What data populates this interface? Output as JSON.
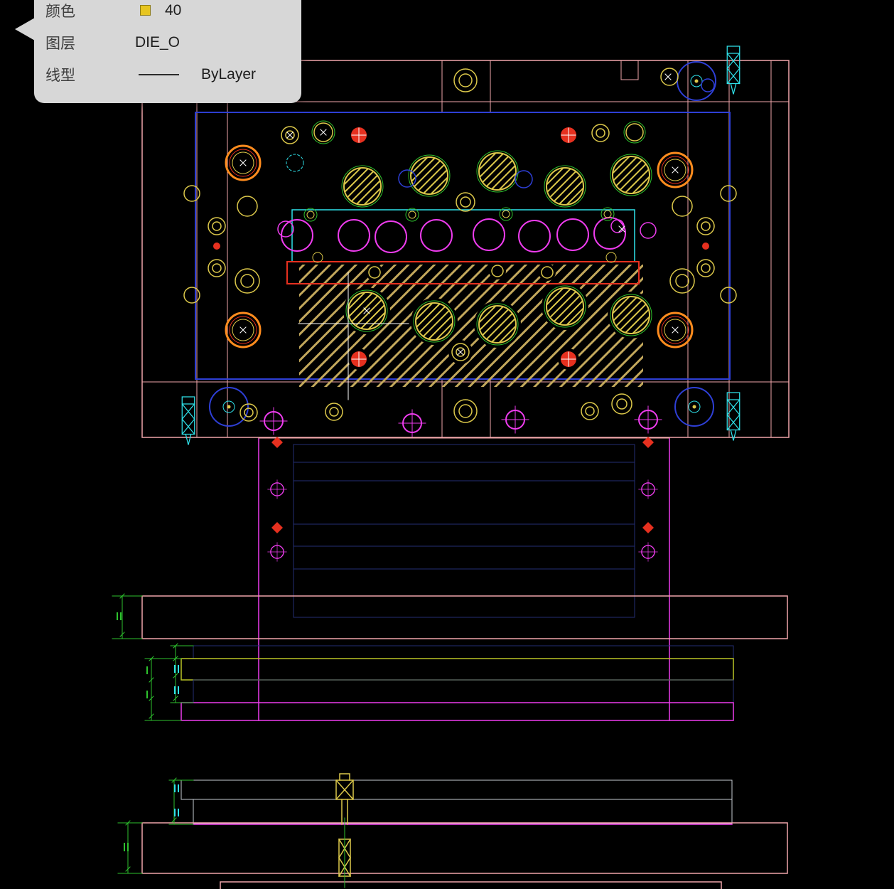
{
  "tooltip": {
    "rows": [
      {
        "label": "颜色",
        "value": "40"
      },
      {
        "label": "图层",
        "value": "DIE_O"
      },
      {
        "label": "线型",
        "value": "ByLayer"
      }
    ],
    "color_swatch": "#e7c520"
  },
  "palette": {
    "background": "#000000",
    "pink": "#f0a6aa",
    "magenta": "#ee3cee",
    "gold": "#dcc84a",
    "olive": "#b9c226",
    "orange": "#ff8c1e",
    "blue": "#2e3fd6",
    "navy": "#232e73",
    "cyan": "#2fe2ea",
    "green": "#2ec22e",
    "red": "#e6301f",
    "white": "#ffffff",
    "tan": "#c3a85c",
    "gray": "#c6cbd2",
    "tooltip_bg": "#d7d7d7",
    "tooltip_text": "#1e1e1e",
    "tooltip_label": "#3e3e3e"
  }
}
